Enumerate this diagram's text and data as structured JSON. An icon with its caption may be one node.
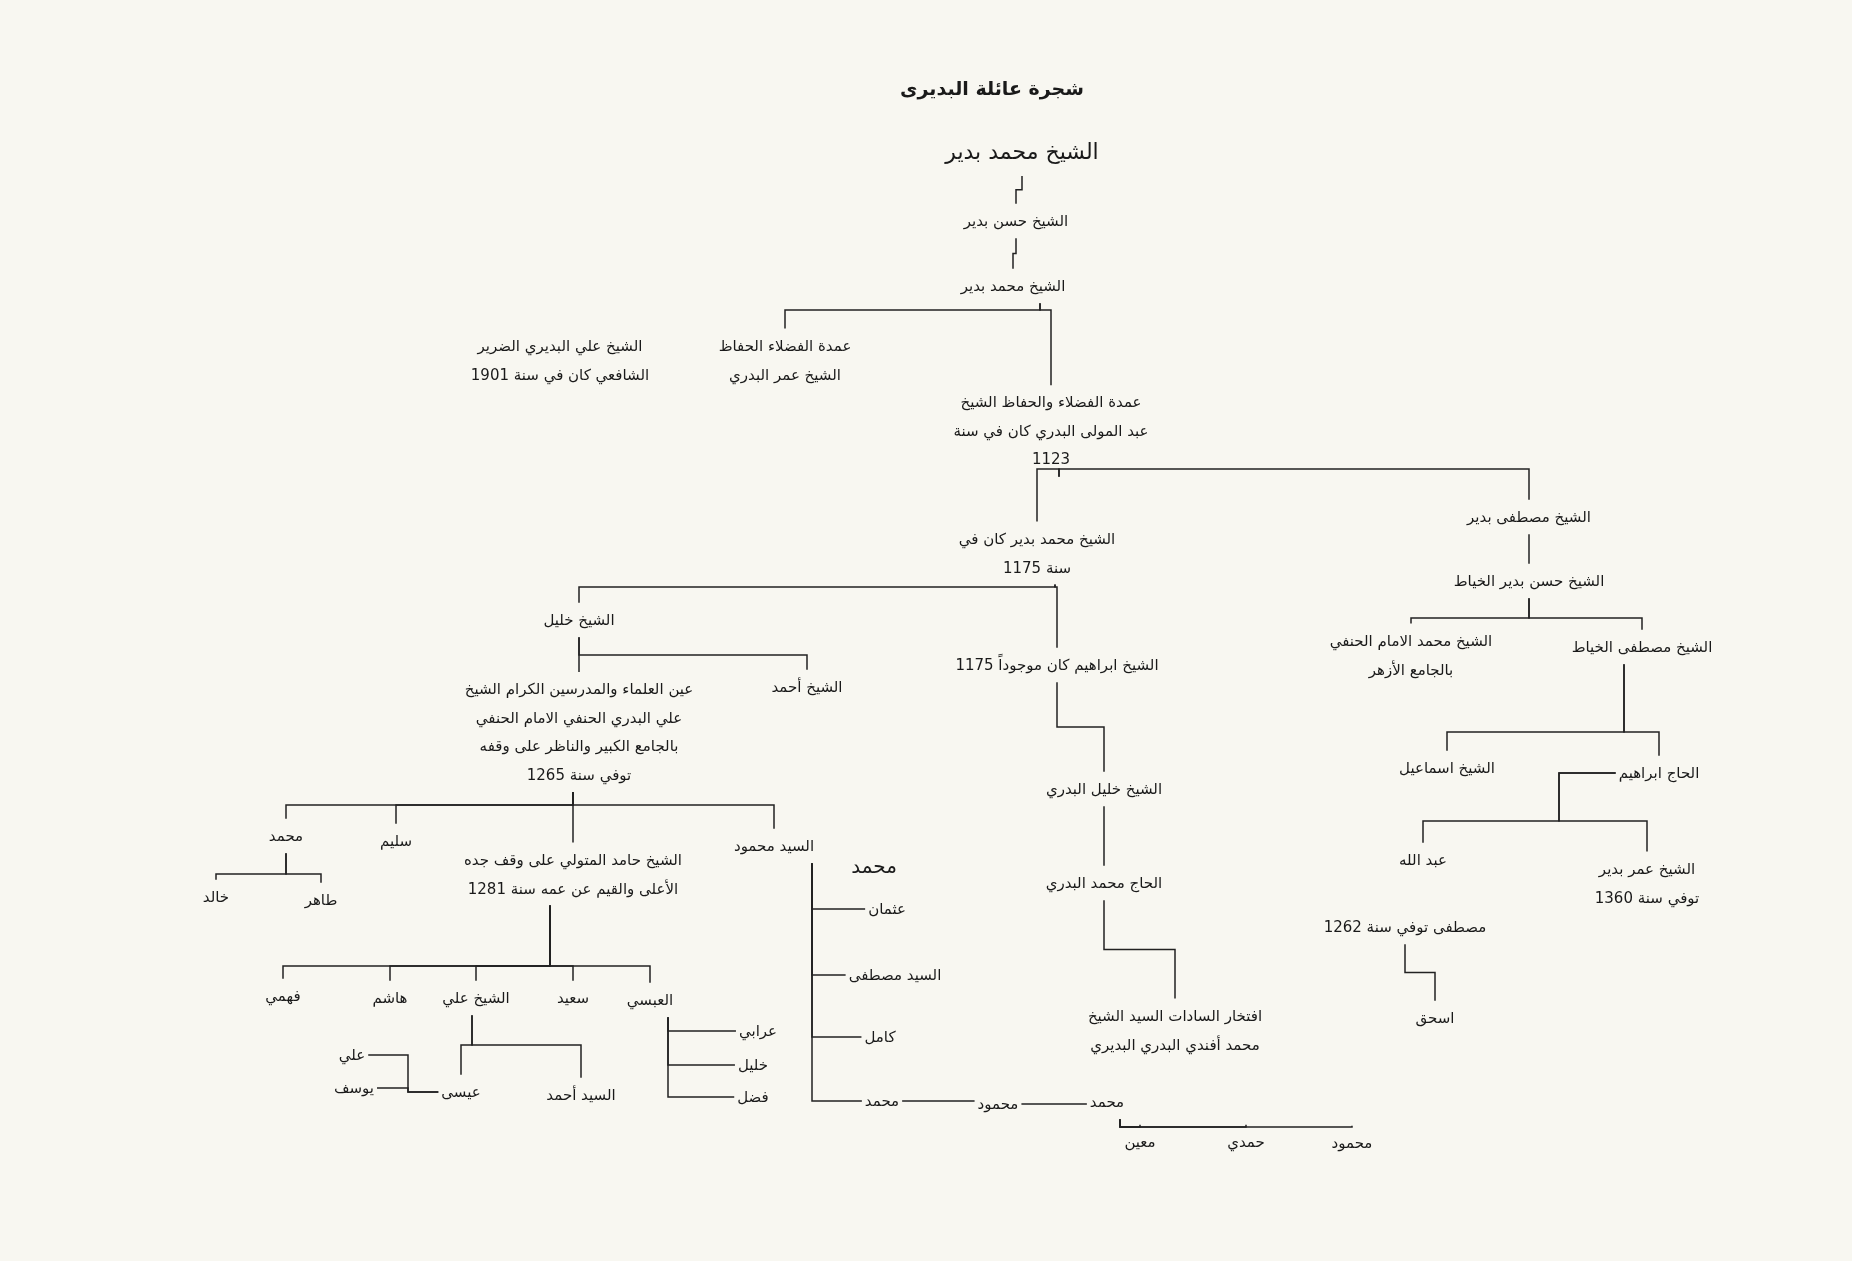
{
  "diagram": {
    "title": "شجرة عائلة البديرى",
    "nodes": [
      {
        "text": [
          "الشيخ محمد بدير"
        ]
      },
      {
        "text": [
          "الشيخ حسن بدير"
        ]
      },
      {
        "text": [
          "الشيخ محمد بدير"
        ]
      },
      {
        "text": [
          "عمدة الفضلاء الحفاظ الشيخ عمر البدري"
        ]
      },
      {
        "text": [
          "عمدة الفضلاء والحفاظ الشيخ عبد المولى البدري كان في سنة 1123"
        ]
      },
      {
        "text": [
          "الشيخ محمد بدير كان في سنة 1175"
        ]
      },
      {
        "text": [
          "الشيخ مصطفى بدير"
        ]
      },
      {
        "text": [
          "الشيخ حسن بدير الخياط"
        ]
      },
      {
        "text": [
          "الشيخ خليل"
        ]
      },
      {
        "text": [
          "الشيخ ابراهيم كان موجوداً 1175"
        ]
      },
      {
        "text": [
          "الشيخ محمد الامام الحنفي بالجامع الأزهر"
        ]
      },
      {
        "text": [
          "الشيخ مصطفى الخياط"
        ]
      },
      {
        "text": [
          "عين العلماء والمدرسين الكرام الشيخ علي البدري الحنفي الامام الحنفي بالجامع الكبير والناظر على وقفه توفي سنة 1265"
        ]
      },
      {
        "text": [
          "الشيخ أحمد"
        ]
      },
      {
        "text": [
          "الشيخ اسماعيل"
        ]
      },
      {
        "text": [
          "الحاج ابراهيم"
        ]
      },
      {
        "text": [
          "الشيخ خليل البدري"
        ]
      },
      {
        "text": [
          "عبد الله"
        ]
      },
      {
        "text": [
          "الشيخ عمر بدير توفي سنة 1360"
        ]
      },
      {
        "text": [
          "محمد"
        ]
      },
      {
        "text": [
          "سليم"
        ]
      },
      {
        "text": [
          "الشيخ حامد المتولي على وقف جده الأعلى والقيم عن عمه سنة 1281"
        ]
      },
      {
        "text": [
          "السيد محمود"
        ]
      },
      {
        "text": [
          "الحاج محمد البدري"
        ]
      },
      {
        "text": [
          "مصطفى توفي سنة 1262"
        ]
      },
      {
        "text": [
          "خالد"
        ]
      },
      {
        "text": [
          "طاهر"
        ]
      },
      {
        "text": [
          "عثمان"
        ]
      },
      {
        "text": [
          "السيد مصطفى"
        ]
      },
      {
        "text": [
          "كامل"
        ]
      },
      {
        "text": [
          "محمد"
        ]
      },
      {
        "text": [
          "فهمي"
        ]
      },
      {
        "text": [
          "هاشم"
        ]
      },
      {
        "text": [
          "الشيخ علي"
        ]
      },
      {
        "text": [
          "سعيد"
        ]
      },
      {
        "text": [
          "العبسي"
        ]
      },
      {
        "text": [
          "عرابي"
        ]
      },
      {
        "text": [
          "خليل"
        ]
      },
      {
        "text": [
          "فضل"
        ]
      },
      {
        "text": [
          "افتخار السادات السيد الشيخ محمد أفندي البدري البديري"
        ]
      },
      {
        "text": [
          "اسحق"
        ]
      },
      {
        "text": [
          "علي"
        ]
      },
      {
        "text": [
          "يوسف"
        ]
      },
      {
        "text": [
          "عيسى"
        ]
      },
      {
        "text": [
          "السيد أحمد"
        ]
      },
      {
        "text": [
          "محمود"
        ]
      },
      {
        "text": [
          "محمد"
        ]
      },
      {
        "text": [
          "معين"
        ]
      },
      {
        "text": [
          "حمدي"
        ]
      },
      {
        "text": [
          "محمود"
        ]
      }
    ],
    "edges": [
      {
        "from": 0,
        "to": 1,
        "arrow": "none"
      },
      {
        "from": 1,
        "to": 2,
        "arrow": "none"
      },
      {
        "from": 2,
        "to": 3,
        "arrow": "none"
      },
      {
        "from": 2,
        "to": 4,
        "arrow": "none"
      },
      {
        "from": 4,
        "to": 5,
        "arrow": "none"
      },
      {
        "from": 4,
        "to": 6,
        "arrow": "none"
      },
      {
        "from": 6,
        "to": 7,
        "arrow": "none"
      },
      {
        "from": 5,
        "to": 8,
        "arrow": "none"
      },
      {
        "from": 5,
        "to": 9,
        "arrow": "none"
      },
      {
        "from": 7,
        "to": 10,
        "arrow": "none"
      },
      {
        "from": 7,
        "to": 11,
        "arrow": "none"
      },
      {
        "from": 8,
        "to": 12,
        "arrow": "none"
      },
      {
        "from": 8,
        "to": 13,
        "arrow": "none"
      },
      {
        "from": 11,
        "to": 14,
        "arrow": "none"
      },
      {
        "from": 11,
        "to": 15,
        "arrow": "none"
      },
      {
        "from": 9,
        "to": 16,
        "arrow": "none"
      },
      {
        "from": 15,
        "to": 17,
        "arrow": "none"
      },
      {
        "from": 15,
        "to": 18,
        "arrow": "none"
      },
      {
        "from": 12,
        "to": 19,
        "arrow": "none"
      },
      {
        "from": 12,
        "to": 20,
        "arrow": "none"
      },
      {
        "from": 12,
        "to": 21,
        "arrow": "none"
      },
      {
        "from": 12,
        "to": 22,
        "arrow": "none"
      },
      {
        "from": 16,
        "to": 23,
        "arrow": "none"
      },
      {
        "from": 19,
        "to": 25,
        "arrow": "none"
      },
      {
        "from": 19,
        "to": 26,
        "arrow": "none"
      },
      {
        "from": 22,
        "to": 27,
        "arrow": "none"
      },
      {
        "from": 22,
        "to": 28,
        "arrow": "none"
      },
      {
        "from": 22,
        "to": 29,
        "arrow": "none"
      },
      {
        "from": 22,
        "to": 30,
        "arrow": "none"
      },
      {
        "from": 21,
        "to": 31,
        "arrow": "none"
      },
      {
        "from": 21,
        "to": 32,
        "arrow": "none"
      },
      {
        "from": 21,
        "to": 33,
        "arrow": "none"
      },
      {
        "from": 21,
        "to": 34,
        "arrow": "none"
      },
      {
        "from": 21,
        "to": 35,
        "arrow": "none"
      },
      {
        "from": 35,
        "to": 36,
        "arrow": "none"
      },
      {
        "from": 35,
        "to": 37,
        "arrow": "none"
      },
      {
        "from": 35,
        "to": 38,
        "arrow": "none"
      },
      {
        "from": 23,
        "to": 39,
        "arrow": "none"
      },
      {
        "from": 24,
        "to": 40,
        "arrow": "none"
      },
      {
        "from": 33,
        "to": 43,
        "arrow": "none"
      },
      {
        "from": 33,
        "to": 44,
        "arrow": "none"
      },
      {
        "from": 43,
        "to": 41,
        "arrow": "none"
      },
      {
        "from": 43,
        "to": 42,
        "arrow": "none"
      },
      {
        "from": 30,
        "to": 45,
        "arrow": "none"
      },
      {
        "from": 45,
        "to": 46,
        "arrow": "none"
      },
      {
        "from": 46,
        "to": 47,
        "arrow": "none"
      },
      {
        "from": 46,
        "to": 48,
        "arrow": "none"
      },
      {
        "from": 46,
        "to": 49,
        "arrow": "none"
      }
    ],
    "labels": [
      "الشيخ علي البديري الضرير الشافعي كان في سنة 1901",
      "محمد"
    ]
  }
}
